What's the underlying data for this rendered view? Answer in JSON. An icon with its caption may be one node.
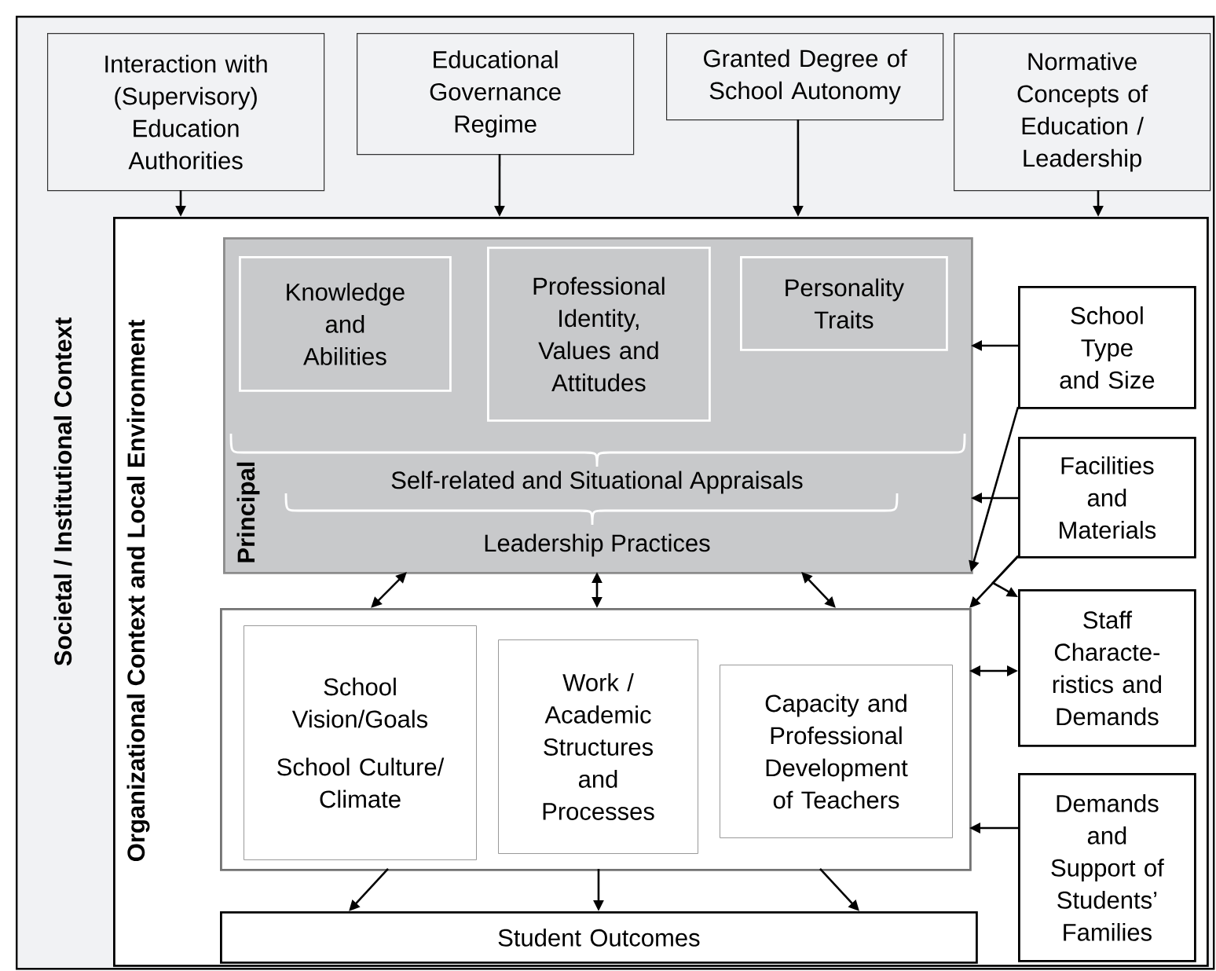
{
  "diagram": {
    "nodes": [
      {
        "text": [
          "Societal / Institutional Context"
        ]
      },
      {
        "text": [
          "Interaction with (Supervisory) Education Authorities"
        ],
        "in": 0
      },
      {
        "text": [
          "Educational Governance Regime"
        ],
        "in": 0
      },
      {
        "text": [
          "Granted Degree of School Autonomy"
        ],
        "in": 0
      },
      {
        "text": [
          "Normative Concepts of Education / Leadership"
        ],
        "in": 0
      },
      {
        "text": [
          "Organizational Context and Local Environment"
        ],
        "in": 0
      },
      {
        "text": [
          "Principal",
          "Self-related and Situational Appraisals",
          "Leadership Practices"
        ],
        "in": 5
      },
      {
        "text": [
          "Knowledge and Abilities"
        ],
        "in": 6
      },
      {
        "text": [
          "Professional Identity, Values and Attitudes"
        ],
        "in": 6
      },
      {
        "text": [
          "Personality Traits"
        ],
        "in": 6
      },
      {
        "text": [],
        "shape": "box",
        "in": 5
      },
      {
        "text": [
          "School Vision/Goals",
          "School Culture/ Climate"
        ],
        "in": 10
      },
      {
        "text": [
          "Work / Academic Structures and Processes"
        ],
        "in": 10
      },
      {
        "text": [
          "Capacity and Professional Development of Teachers"
        ],
        "in": 10
      },
      {
        "text": [
          "Student Outcomes"
        ],
        "in": 5
      },
      {
        "text": [
          "School Type and Size"
        ],
        "in": 5
      },
      {
        "text": [
          "Facilities and Materials"
        ],
        "in": 5
      },
      {
        "text": [
          "Staff Characte-ristics and Demands"
        ],
        "in": 5
      },
      {
        "text": [
          "Demands and Support of Students’ Families"
        ],
        "in": 5
      }
    ],
    "edges": [
      {
        "from": 1,
        "to": 5,
        "arrow": "to"
      },
      {
        "from": 2,
        "to": 5,
        "arrow": "to"
      },
      {
        "from": 3,
        "to": 5,
        "arrow": "to"
      },
      {
        "from": 4,
        "to": 5,
        "arrow": "to"
      },
      {
        "from": 6,
        "to": 10,
        "arrow": "both"
      },
      {
        "from": 6,
        "to": 10,
        "arrow": "both"
      },
      {
        "from": 6,
        "to": 10,
        "arrow": "both"
      },
      {
        "from": 10,
        "to": 14,
        "arrow": "to"
      },
      {
        "from": 10,
        "to": 14,
        "arrow": "to"
      },
      {
        "from": 10,
        "to": 14,
        "arrow": "to"
      },
      {
        "from": 15,
        "to": 6,
        "arrow": "to"
      },
      {
        "from": 16,
        "to": 6,
        "arrow": "to"
      },
      {
        "from": 15,
        "to": 6,
        "arrow": "to"
      },
      {
        "from": 16,
        "to": 10,
        "arrow": "to"
      },
      {
        "from": 16,
        "to": 17,
        "arrow": "to"
      },
      {
        "from": 17,
        "to": 10,
        "arrow": "both"
      },
      {
        "from": 18,
        "to": 10,
        "arrow": "to"
      }
    ]
  }
}
